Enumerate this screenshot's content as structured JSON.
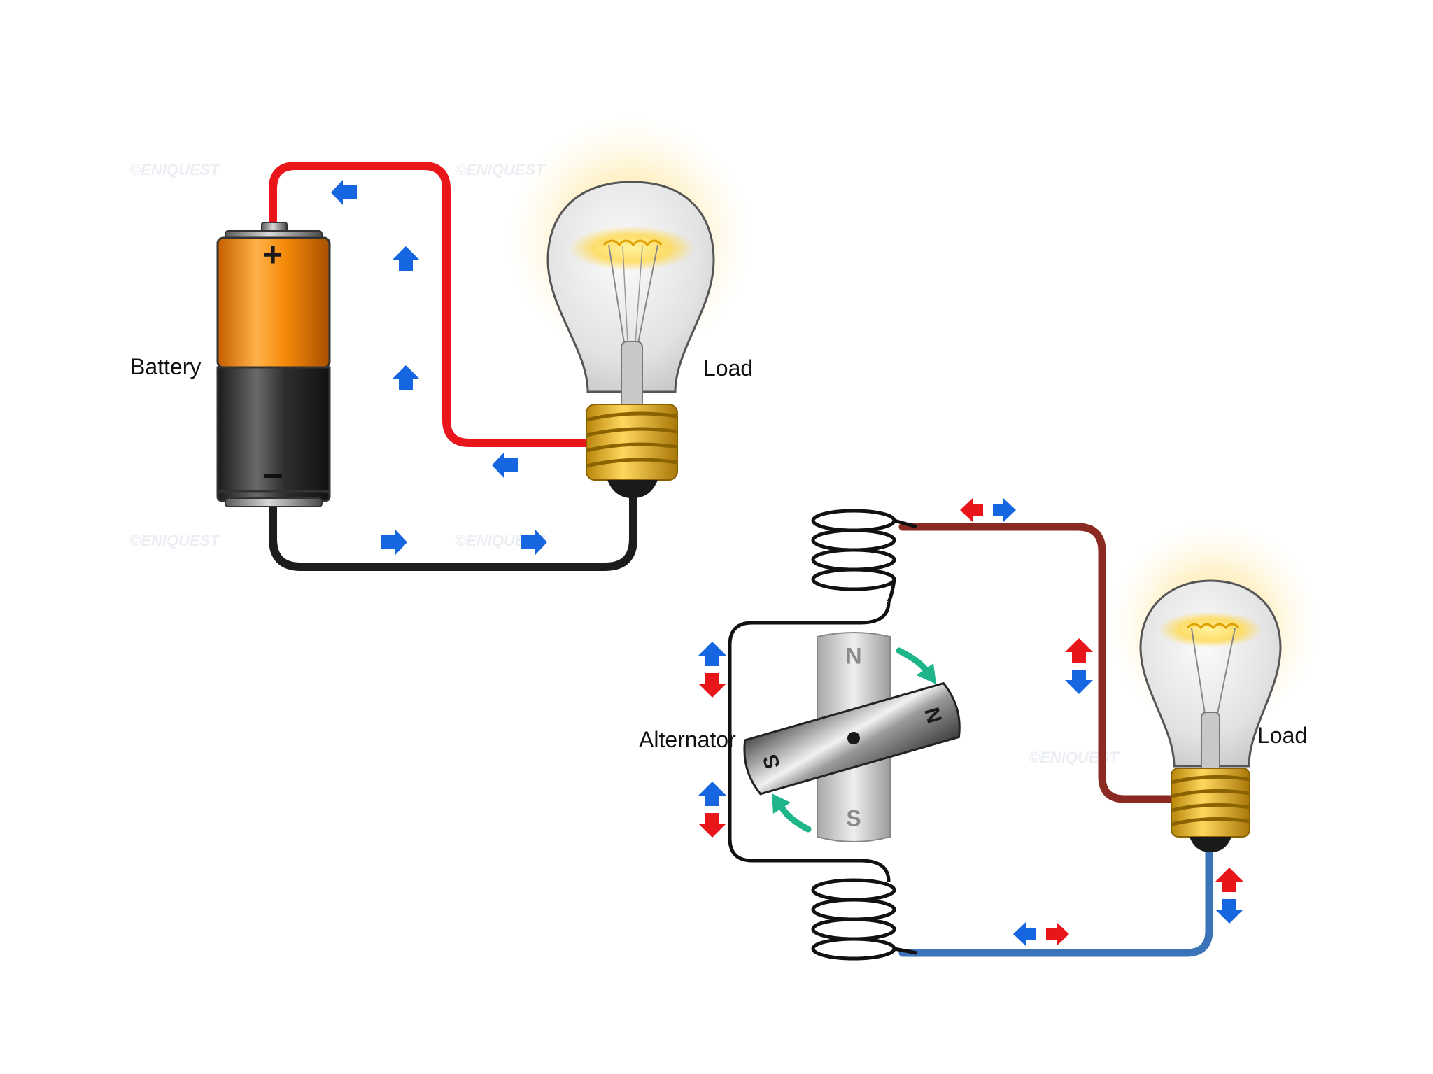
{
  "labels": {
    "battery": "Battery",
    "load_top": "Load",
    "alternator": "Alternator",
    "load_bottom": "Load"
  },
  "battery_terminals": {
    "positive": "+",
    "negative": "−"
  },
  "stator_poles": {
    "top": "N",
    "bottom": "S"
  },
  "rotor_poles": {
    "left": "S",
    "right": "N"
  },
  "watermark": "©ENIQUEST",
  "colors": {
    "dc_positive_wire": "#e8161b",
    "dc_negative_wire": "#1c1c1c",
    "ac_wire_top": "#8b2a22",
    "ac_wire_bottom": "#3b73b9",
    "arrow_blue": "#1566e0",
    "arrow_red": "#e8161b",
    "rotation_arrow": "#1fb58a",
    "battery_orange": "#f58a0a",
    "battery_black": "#2b2b2b",
    "bulb_base": "#e8b82a"
  }
}
